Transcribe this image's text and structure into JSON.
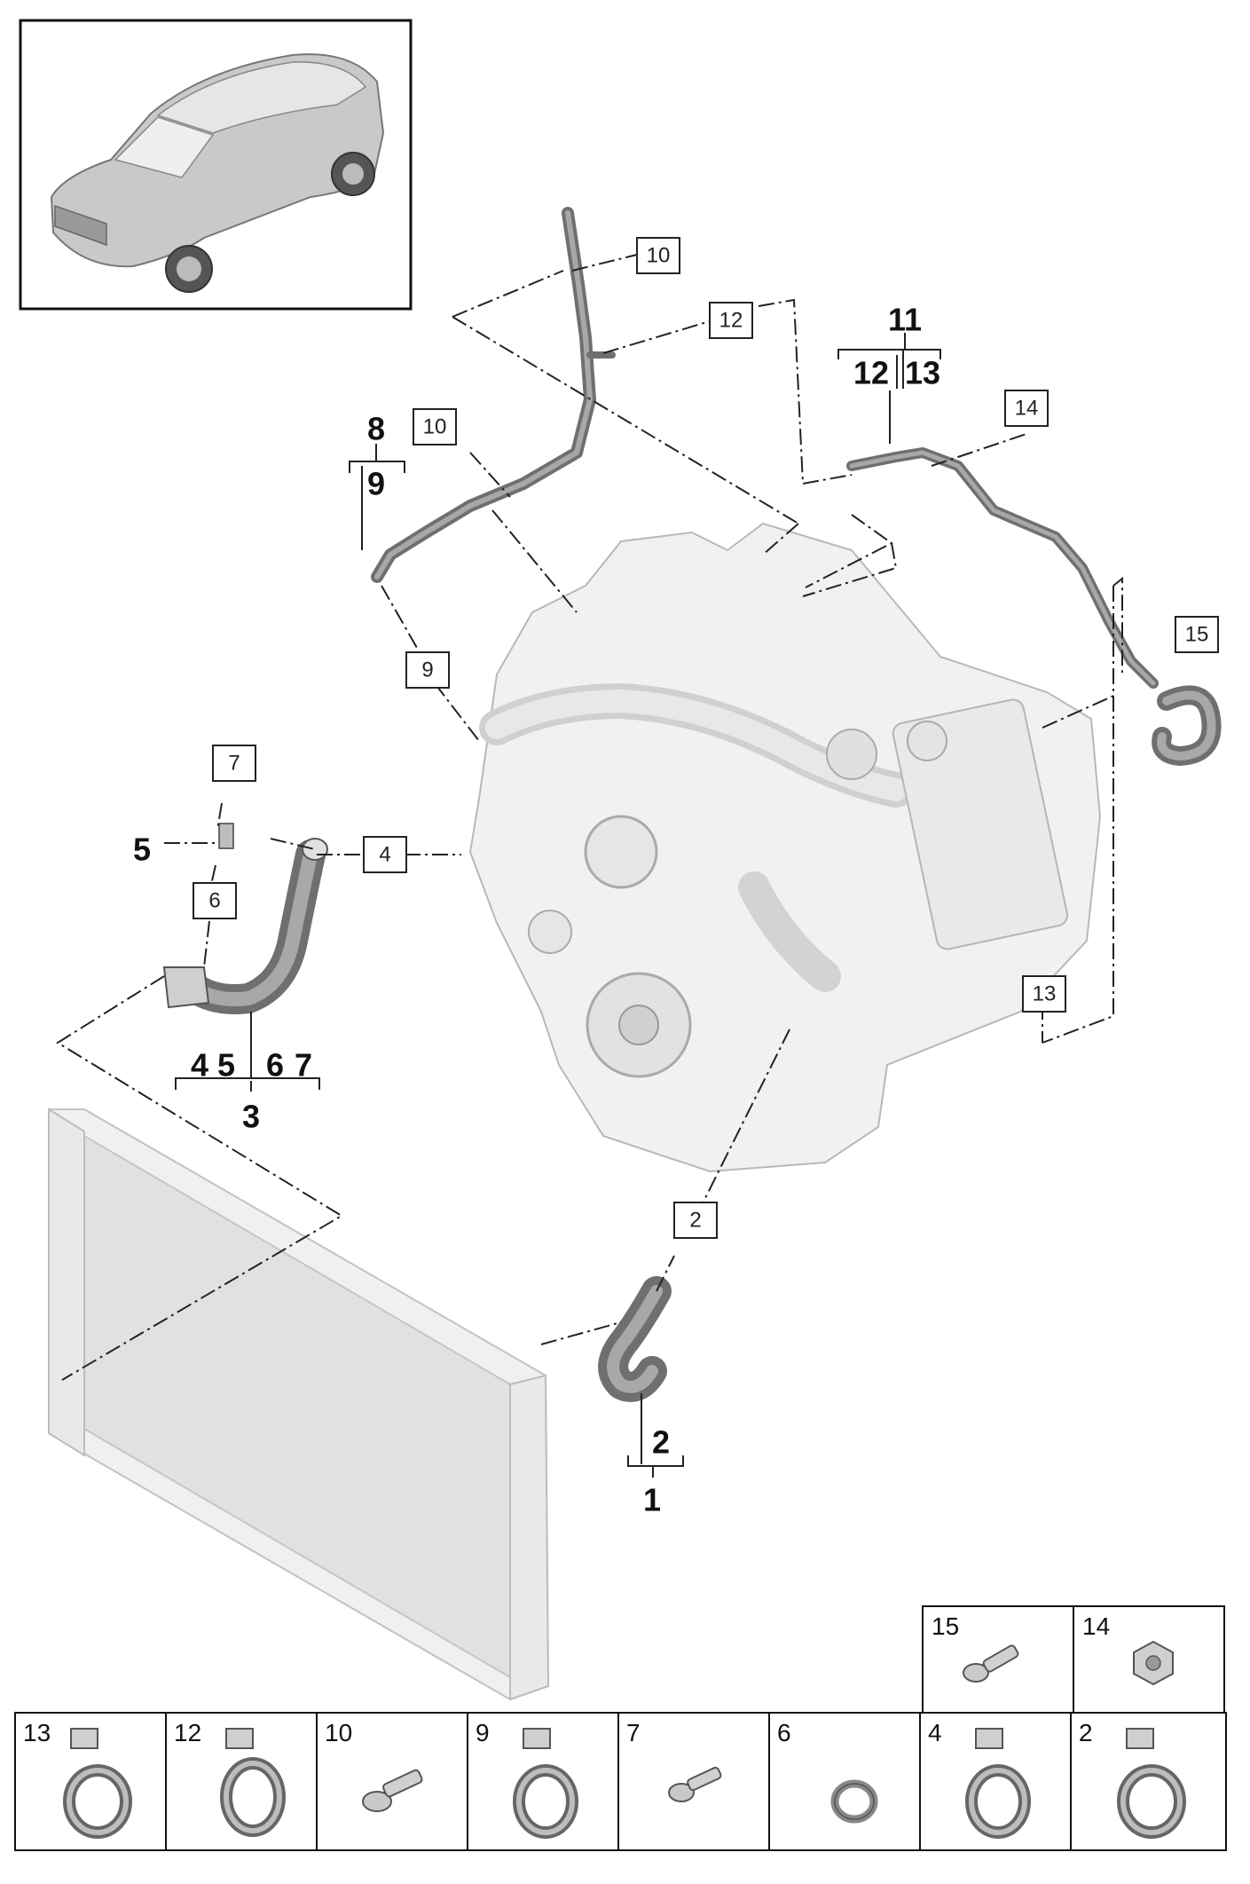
{
  "callouts": [
    "10",
    "12",
    "10",
    "14",
    "15",
    "9",
    "7",
    "4",
    "6",
    "13",
    "2"
  ],
  "assembly_labels": {
    "g11": {
      "top": "11",
      "left": "12",
      "right": "13"
    },
    "g8": {
      "top": "8",
      "bottom": "9"
    },
    "g3": {
      "items": [
        "4",
        "5",
        "6",
        "7"
      ],
      "bottom": "3"
    },
    "g1": {
      "top": "2",
      "bottom": "1"
    },
    "single5": "5"
  },
  "parts_table": {
    "top_row": [
      "15",
      "14"
    ],
    "bottom_row": [
      "13",
      "12",
      "10",
      "9",
      "7",
      "6",
      "4",
      "2"
    ]
  }
}
